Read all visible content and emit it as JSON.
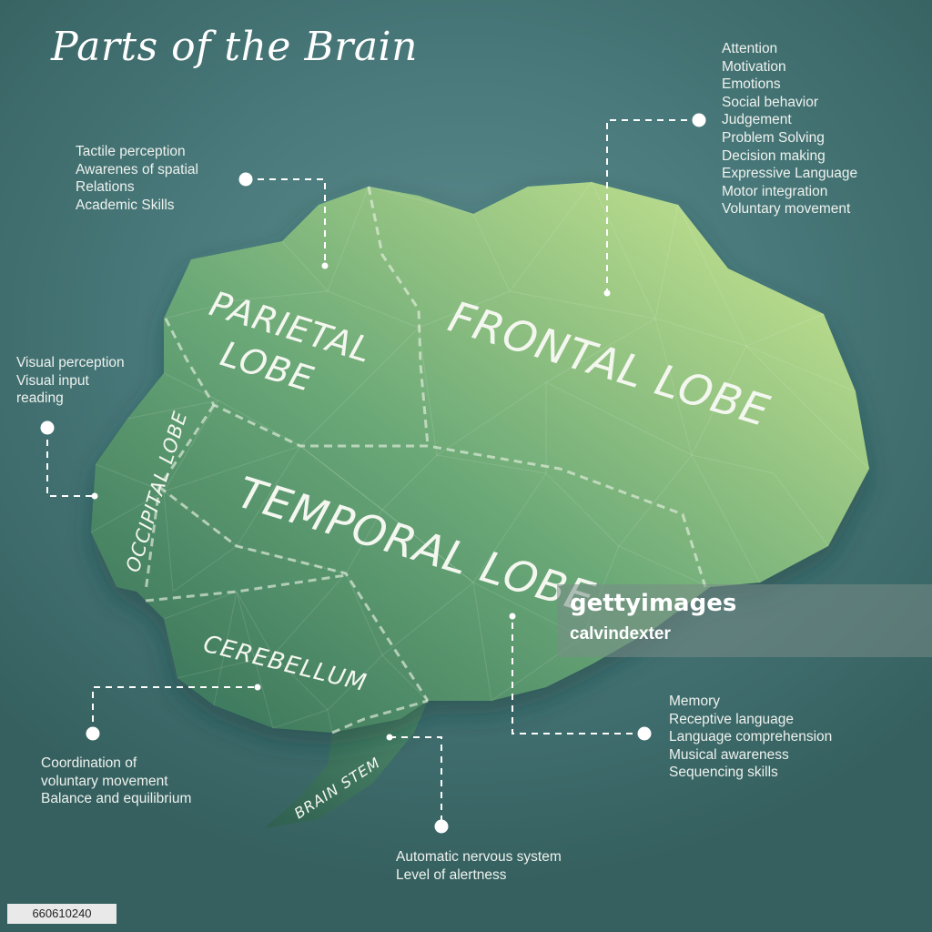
{
  "title": "Parts of the Brain",
  "lobes": {
    "parietal_line1": "PARIETAL",
    "parietal_line2": "LOBE",
    "frontal": "FRONTAL LOBE",
    "temporal": "TEMPORAL LOBE",
    "occipital": "OCCIPITAL LOBE",
    "cerebellum": "CEREBELLUM",
    "brain_stem": "BRAIN STEM"
  },
  "callouts": {
    "frontal": [
      "Attention",
      "Motivation",
      "Emotions",
      "Social behavior",
      "Judgement",
      "Problem Solving",
      "Decision making",
      "Expressive Language",
      "Motor integration",
      "Voluntary movement"
    ],
    "parietal": [
      "Tactile perception",
      "Awarenes of spatial",
      "Relations",
      "Academic Skills"
    ],
    "occipital": [
      "Visual perception",
      "Visual input",
      "reading"
    ],
    "cerebellum": [
      "Coordination of",
      "voluntary movement",
      "Balance and equilibrium"
    ],
    "temporal": [
      "Memory",
      "Receptive language",
      "Language comprehension",
      "Musical awareness",
      "Sequencing skills"
    ],
    "brain_stem": [
      "Automatic nervous system",
      "Level of alertness"
    ]
  },
  "watermark": {
    "brand": "gettyimages",
    "credit": "calvindexter"
  },
  "image_id": "660610240",
  "colors": {
    "background": "#4a7a7c",
    "brain_light": "#b9dc8c",
    "brain_dark": "#4f8a68",
    "text": "#eef2ee"
  }
}
